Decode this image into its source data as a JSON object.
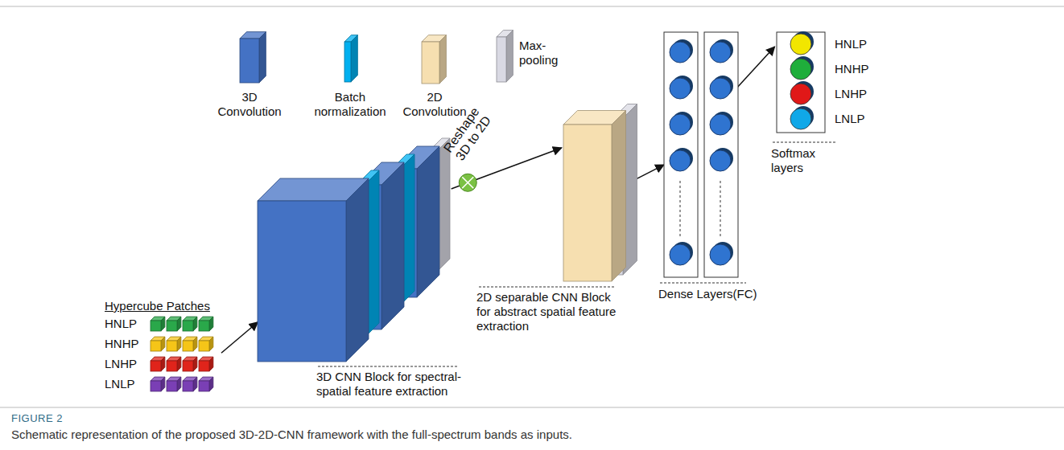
{
  "diagram": {
    "caption": "Schematic representation of the proposed 3D-2D-CNN framework with the full-spectrum bands as inputs.",
    "nodes": [
      {
        "text": [
          "Hypercube Patches",
          "HNLP",
          "HNHP",
          "LNHP",
          "LNLP"
        ]
      },
      {
        "text": [
          "3D CNN Block for spectral-spatial feature extraction"
        ]
      },
      {
        "text": [
          "2D separable CNN Block for abstract spatial feature extraction"
        ]
      },
      {
        "text": [
          "Dense Layers(FC)"
        ]
      },
      {
        "text": [
          "HNLP",
          "HNHP",
          "LNHP",
          "LNLP",
          "Softmax layers"
        ]
      }
    ],
    "edges": [
      {
        "from": 0,
        "to": 1,
        "arrow": "to"
      },
      {
        "from": 1,
        "to": 2,
        "arrow": "to",
        "label": "Reshape 3D to 2D"
      },
      {
        "from": 2,
        "to": 3,
        "arrow": "to"
      },
      {
        "from": 3,
        "to": 4,
        "arrow": "to"
      }
    ],
    "labels": [
      "FIGURE 2"
    ],
    "legend": [
      {
        "text": "3D Convolution",
        "color": "#4472c4"
      },
      {
        "text": "Batch normalization",
        "color": "#00b0f0"
      },
      {
        "text": "2D Convolution",
        "color": "#f6dfb0"
      },
      {
        "text": "Max-pooling",
        "color": "#d9d9e3"
      }
    ]
  }
}
